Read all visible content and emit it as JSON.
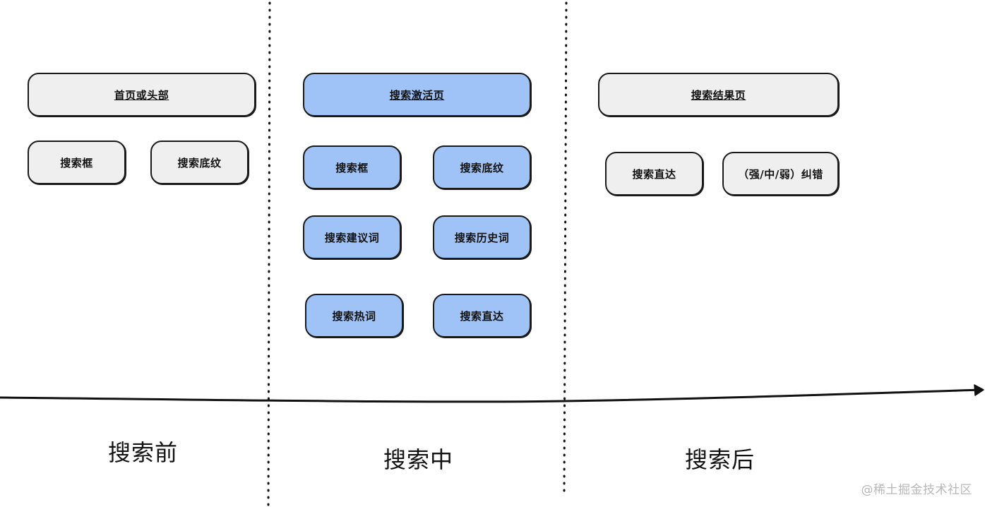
{
  "phases": {
    "before": {
      "label": "搜索前",
      "header": "首页或头部",
      "items": [
        "搜索框",
        "搜索底纹"
      ]
    },
    "during": {
      "label": "搜索中",
      "header": "搜索激活页",
      "items": [
        "搜索框",
        "搜索底纹",
        "搜索建议词",
        "搜索历史词",
        "搜索热词",
        "搜索直达"
      ]
    },
    "after": {
      "label": "搜索后",
      "header": "搜索结果页",
      "items": [
        "搜索直达",
        "（强/中/弱）纠错"
      ]
    }
  },
  "watermark": "@稀土掘金技术社区",
  "colors": {
    "gray_fill": "#efefef",
    "blue_fill": "#9fc3f7",
    "stroke": "#1a1a1a"
  }
}
